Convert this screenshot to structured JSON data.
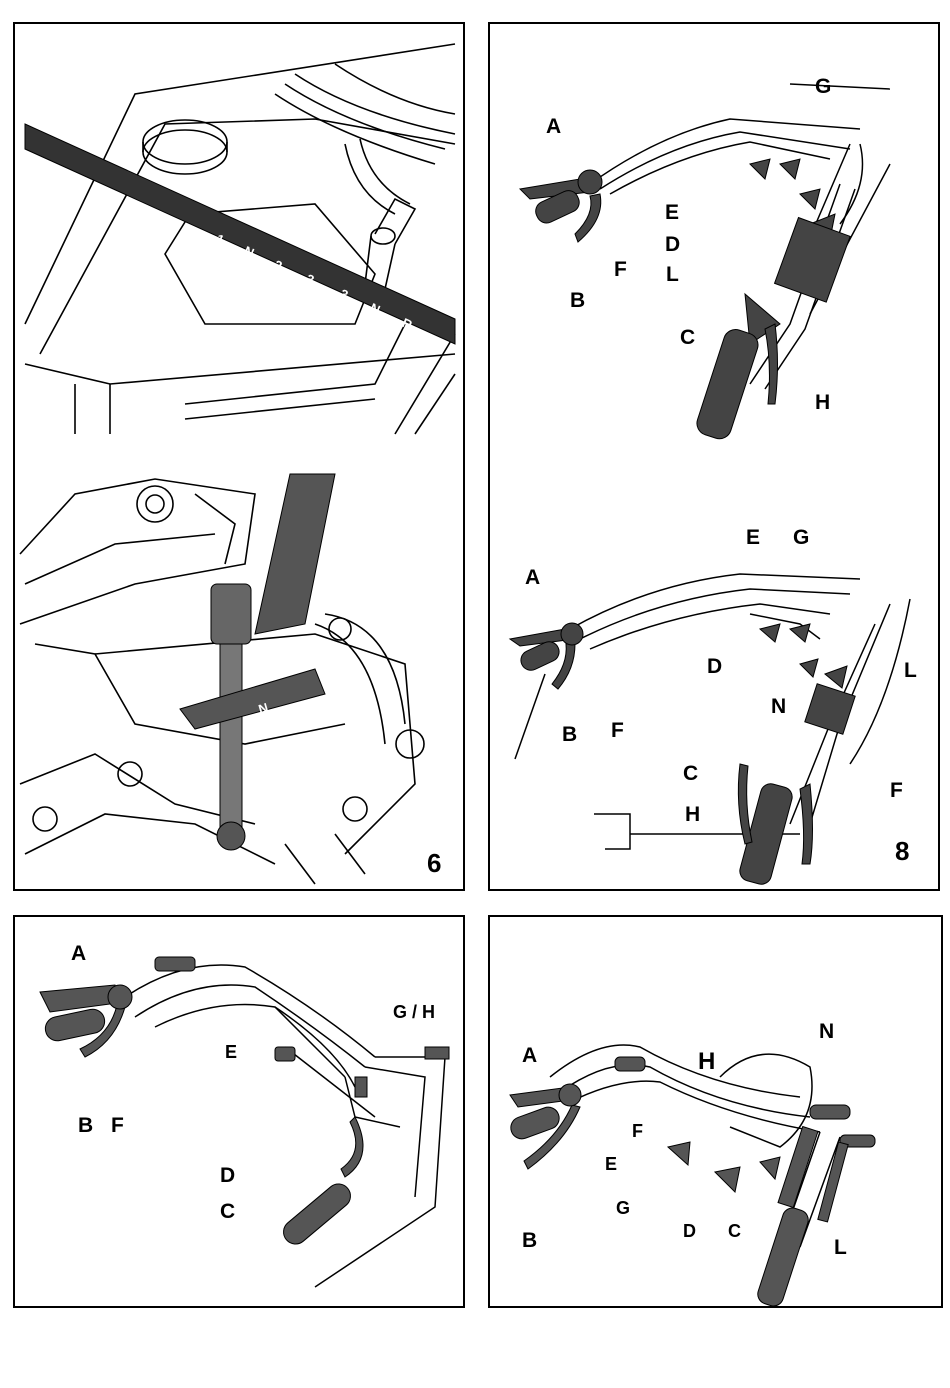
{
  "figure_numbers": {
    "top_left": "6",
    "top_right": "8"
  },
  "gear_plate_marks": [
    "1",
    "N",
    "2",
    "3",
    "3",
    "N",
    "R"
  ],
  "shift_plate_mark": "N",
  "panel_tr_top": {
    "A": "A",
    "B": "B",
    "C": "C",
    "D": "D",
    "E": "E",
    "F": "F",
    "G": "G",
    "H": "H",
    "L": "L"
  },
  "panel_tr_bottom": {
    "A": "A",
    "B": "B",
    "C": "C",
    "D": "D",
    "E": "E",
    "F1": "F",
    "F2": "F",
    "G": "G",
    "H": "H",
    "L": "L",
    "N": "N"
  },
  "panel_bl": {
    "A": "A",
    "B": "B",
    "C": "C",
    "D": "D",
    "E": "E",
    "F": "F",
    "GH": "G / H"
  },
  "panel_br": {
    "A": "A",
    "B": "B",
    "C": "C",
    "D": "D",
    "E": "E",
    "F": "F",
    "G": "G",
    "H": "H",
    "L": "L",
    "N": "N"
  }
}
